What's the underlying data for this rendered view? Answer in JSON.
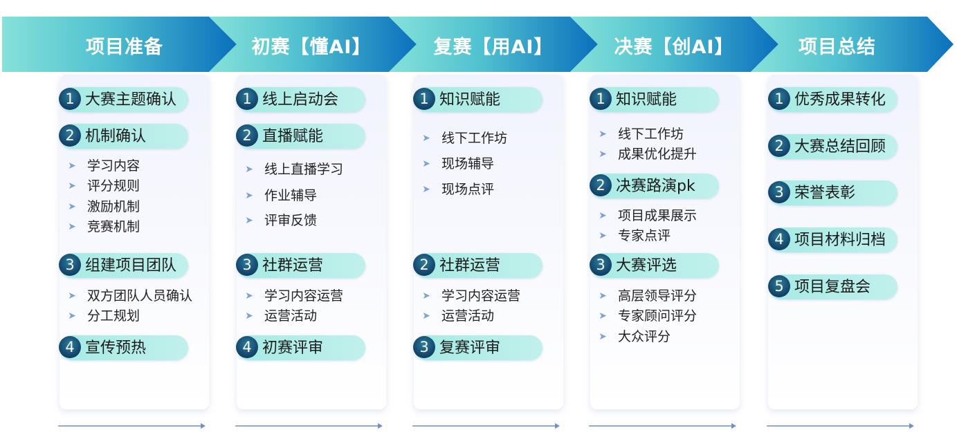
{
  "colors": {
    "banner_start": "#7fe0d6",
    "banner_end": "#0a74bf",
    "pill": "#a6ebe4",
    "number_badge": "#174d72",
    "chevron": "#7ea2d3",
    "arrow_line": "#6e8fcf"
  },
  "icons": {
    "bullet": "chevron-right-icon",
    "flow": "arrow-right-icon"
  },
  "stages": [
    {
      "title": "项目准备",
      "groups": [
        {
          "num": "1",
          "label": "大赛主题确认",
          "items": []
        },
        {
          "num": "2",
          "label": "机制确认",
          "items": [
            "学习内容",
            "评分规则",
            "激励机制",
            "竞赛机制"
          ]
        },
        {
          "num": "3",
          "label": "组建项目团队",
          "items": [
            "双方团队人员确认",
            "分工规划"
          ]
        },
        {
          "num": "4",
          "label": "宣传预热",
          "items": []
        }
      ]
    },
    {
      "title": "初赛【懂AI】",
      "groups": [
        {
          "num": "1",
          "label": "线上启动会",
          "items": []
        },
        {
          "num": "2",
          "label": "直播赋能",
          "items": [
            "线上直播学习",
            "作业辅导",
            "评审反馈"
          ]
        },
        {
          "num": "3",
          "label": "社群运营",
          "items": [
            "学习内容运营",
            "运营活动"
          ]
        },
        {
          "num": "4",
          "label": "初赛评审",
          "items": []
        }
      ]
    },
    {
      "title": "复赛【用AI】",
      "groups": [
        {
          "num": "1",
          "label": "知识赋能",
          "items": [
            "线下工作坊",
            "现场辅导",
            "现场点评"
          ]
        },
        {
          "num": "2",
          "label": "社群运营",
          "items": [
            "学习内容运营",
            "运营活动"
          ]
        },
        {
          "num": "3",
          "label": "复赛评审",
          "items": []
        }
      ]
    },
    {
      "title": "决赛【创AI】",
      "groups": [
        {
          "num": "1",
          "label": "知识赋能",
          "items": [
            "线下工作坊",
            "成果优化提升"
          ]
        },
        {
          "num": "2",
          "label": "决赛路演pk",
          "items": [
            "项目成果展示",
            "专家点评"
          ]
        },
        {
          "num": "3",
          "label": "大赛评选",
          "items": [
            "高层领导评分",
            "专家顾问评分",
            "大众评分"
          ]
        }
      ]
    },
    {
      "title": "项目总结",
      "groups": [
        {
          "num": "1",
          "label": "优秀成果转化",
          "items": []
        },
        {
          "num": "2",
          "label": "大赛总结回顾",
          "items": []
        },
        {
          "num": "3",
          "label": "荣誉表彰",
          "items": []
        },
        {
          "num": "4",
          "label": "项目材料归档",
          "items": []
        },
        {
          "num": "5",
          "label": "项目复盘会",
          "items": []
        }
      ]
    }
  ]
}
